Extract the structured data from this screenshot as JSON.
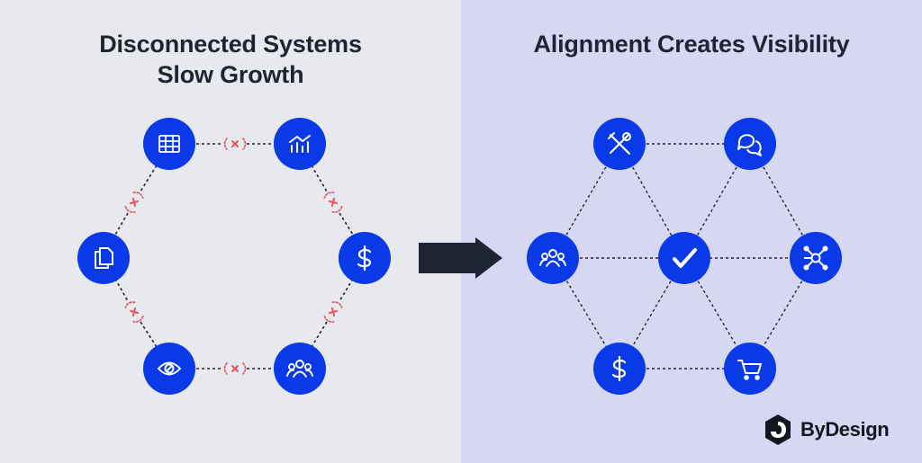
{
  "left_panel": {
    "title_line1": "Disconnected Systems",
    "title_line2": "Slow Growth",
    "background": "#e8e9ef",
    "nodes": [
      {
        "id": "abacus",
        "icon": "abacus-icon"
      },
      {
        "id": "chart",
        "icon": "bar-chart-trend-icon"
      },
      {
        "id": "dollar",
        "icon": "dollar-icon"
      },
      {
        "id": "users",
        "icon": "users-group-icon"
      },
      {
        "id": "eye",
        "icon": "eye-icon"
      },
      {
        "id": "documents",
        "icon": "documents-icon"
      }
    ],
    "link_state": "broken"
  },
  "right_panel": {
    "title": "Alignment Creates Visibility",
    "background": "#d6d8f3",
    "nodes": [
      {
        "id": "tools",
        "icon": "tools-icon"
      },
      {
        "id": "chat",
        "icon": "chat-bubbles-icon"
      },
      {
        "id": "users",
        "icon": "users-group-icon"
      },
      {
        "id": "check",
        "icon": "checkmark-icon"
      },
      {
        "id": "network",
        "icon": "network-hub-icon"
      },
      {
        "id": "dollar",
        "icon": "dollar-icon"
      },
      {
        "id": "cart",
        "icon": "shopping-cart-icon"
      }
    ],
    "link_state": "connected"
  },
  "arrow": {
    "icon": "arrow-right-icon",
    "color": "#1f2433"
  },
  "colors": {
    "node_blue": "#0a3ae8",
    "broken_link": "#e8535a",
    "line": "#1f2433"
  },
  "brand": {
    "name": "ByDesign",
    "logo_icon": "bydesign-logo-icon"
  }
}
